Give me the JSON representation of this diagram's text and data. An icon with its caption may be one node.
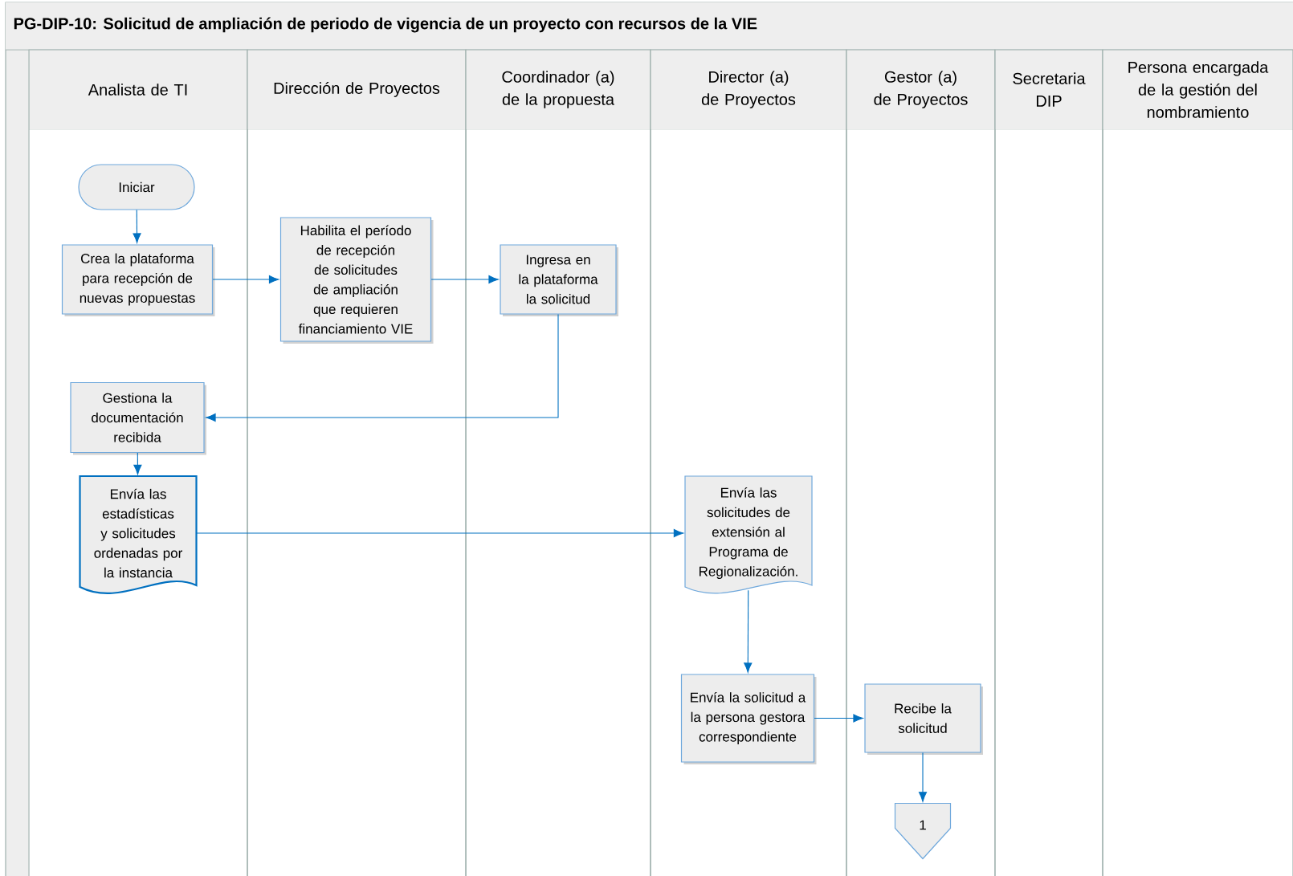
{
  "diagram": {
    "title": "PG-DIP-10: Solicitud de ampliación de periodo de vigencia de un proyecto con recursos de la VIE",
    "nodes": [
      {
        "text": [
          "Analista de TI"
        ]
      },
      {
        "text": [
          "Dirección de Proyectos"
        ]
      },
      {
        "text": [
          "Coordinador (a) de la propuesta"
        ]
      },
      {
        "text": [
          "Director (a) de Proyectos"
        ]
      },
      {
        "text": [
          "Gestor (a) de Proyectos"
        ]
      },
      {
        "text": [
          "Secretaria DIP"
        ]
      },
      {
        "text": [
          "Persona encargada de la gestión del nombramiento"
        ]
      },
      {
        "text": [
          "Iniciar"
        ],
        "in": 0
      },
      {
        "text": [
          "Crea la plataforma para recepción de nuevas propuestas"
        ],
        "in": 0
      },
      {
        "text": [
          "Habilita el período de recepción de solicitudes de ampliación que requieren financiamiento VIE"
        ],
        "in": 1
      },
      {
        "text": [
          "Ingresa en la plataforma la solicitud"
        ],
        "in": 2
      },
      {
        "text": [
          "Gestiona la documentación recibida"
        ],
        "in": 0
      },
      {
        "text": [
          "Envía las estadísticas y solicitudes ordenadas por la instancia"
        ],
        "in": 0
      },
      {
        "text": [
          "Envía las solicitudes de extensión al Programa de Regionalización."
        ],
        "in": 3
      },
      {
        "text": [
          "Envía la solicitud a la persona gestora correspondiente"
        ],
        "in": 3
      },
      {
        "text": [
          "Recibe la solicitud"
        ],
        "in": 4
      },
      {
        "text": [
          "1"
        ],
        "in": 4
      }
    ],
    "edges": [
      {
        "from": 7,
        "to": 8,
        "arrow": "to"
      },
      {
        "from": 8,
        "to": 9,
        "arrow": "to"
      },
      {
        "from": 9,
        "to": 10,
        "arrow": "to"
      },
      {
        "from": 10,
        "to": 11,
        "arrow": "to"
      },
      {
        "from": 11,
        "to": 12,
        "arrow": "to"
      },
      {
        "from": 12,
        "to": 13,
        "arrow": "to"
      },
      {
        "from": 13,
        "to": 14,
        "arrow": "to"
      },
      {
        "from": 14,
        "to": 15,
        "arrow": "to"
      },
      {
        "from": 15,
        "to": 16,
        "arrow": "to"
      }
    ]
  }
}
